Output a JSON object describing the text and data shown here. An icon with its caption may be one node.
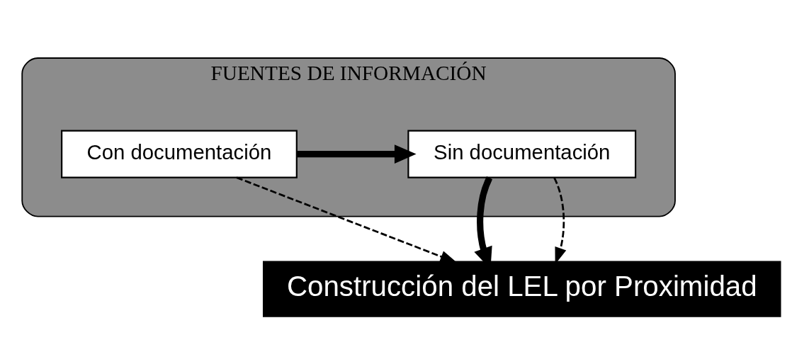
{
  "diagram": {
    "nodes": [
      {
        "text": [
          "FUENTES DE INFORMACIÓN"
        ]
      },
      {
        "text": [
          "Con documentación"
        ],
        "in": 0
      },
      {
        "text": [
          "Sin documentación"
        ],
        "in": 0
      },
      {
        "text": [
          "Construcción del LEL por Proximidad"
        ]
      }
    ],
    "edges": [
      {
        "from": 1,
        "to": 2,
        "arrow": "to",
        "style": "thick"
      },
      {
        "from": 1,
        "to": 3,
        "arrow": "to",
        "style": "dashed"
      },
      {
        "from": 2,
        "to": 3,
        "arrow": "to",
        "style": "thick"
      },
      {
        "from": 2,
        "to": 3,
        "arrow": "to",
        "style": "dashed"
      }
    ]
  }
}
